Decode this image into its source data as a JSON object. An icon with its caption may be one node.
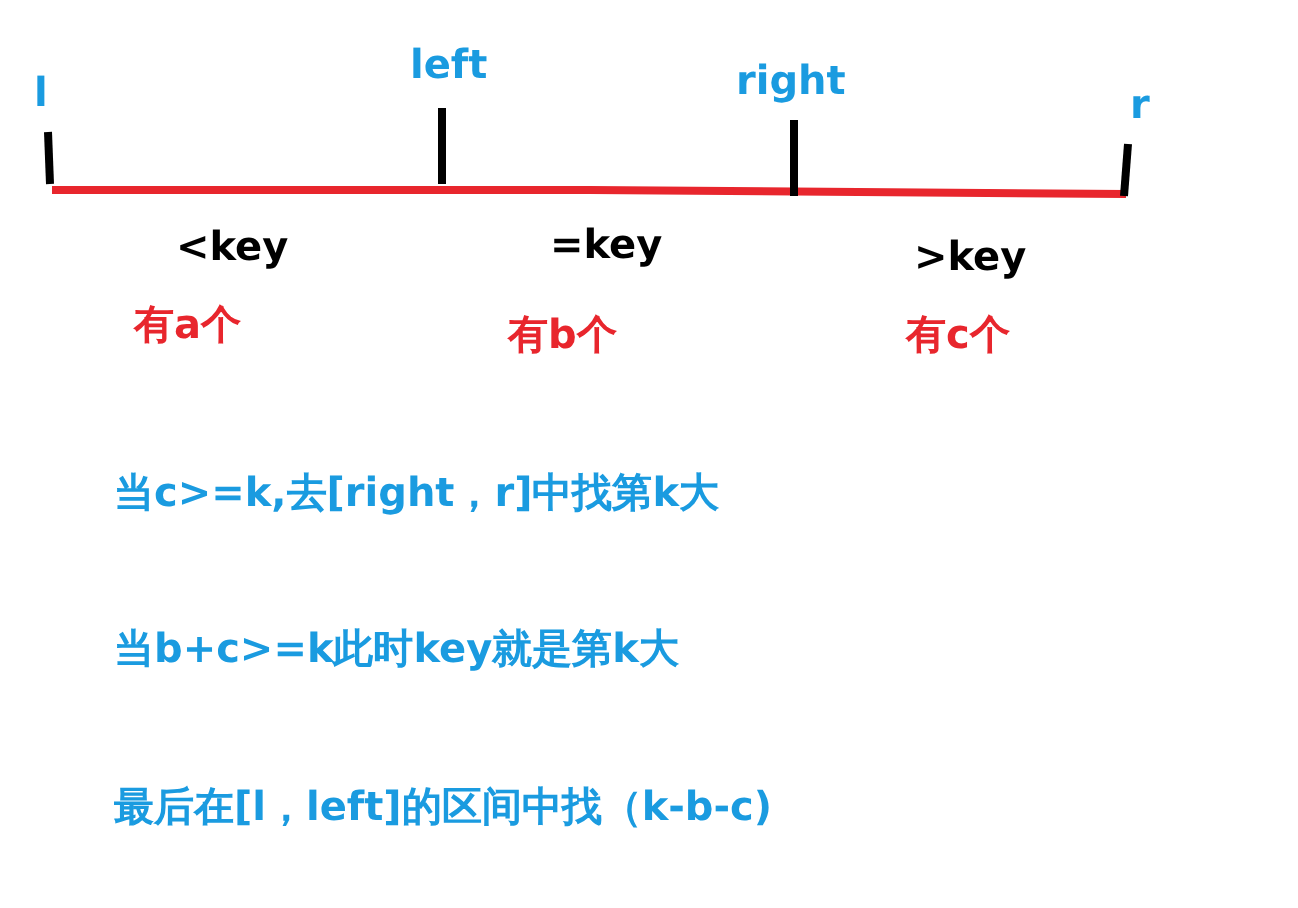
{
  "diagram": {
    "labels": [
      "l",
      "left",
      "right",
      "r",
      "<key",
      "=key",
      ">key",
      "有a个",
      "有b个",
      "有c个",
      "当c>=k,去[right，r]中找第k大",
      "当b+c>=k此时key就是第k大",
      "最后在[l，left]的区间中找（k-b-c)"
    ]
  }
}
